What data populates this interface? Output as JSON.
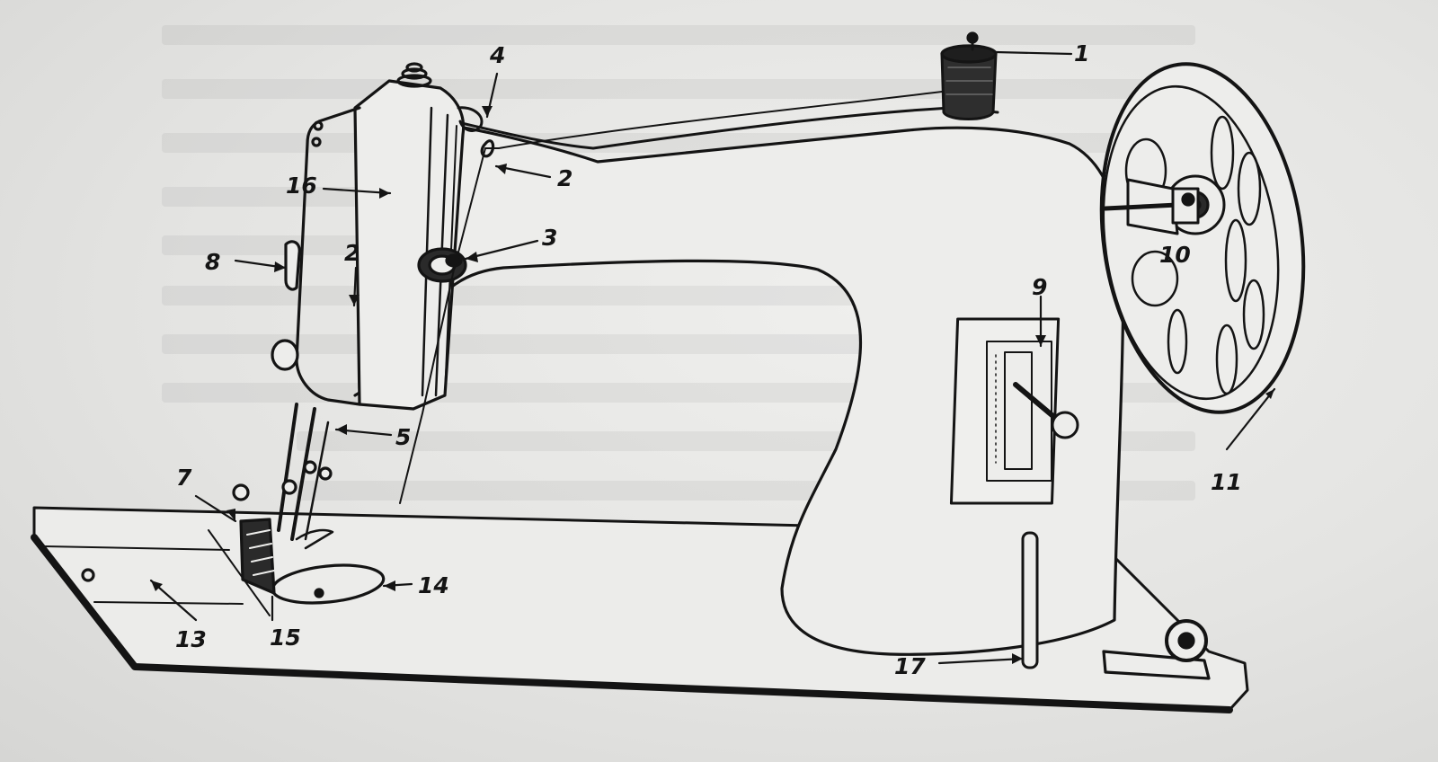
{
  "diagram": {
    "callouts": [
      {
        "id": "c1",
        "label": "1"
      },
      {
        "id": "c2a",
        "label": "2"
      },
      {
        "id": "c2b",
        "label": "2"
      },
      {
        "id": "c3",
        "label": "3"
      },
      {
        "id": "c4",
        "label": "4"
      },
      {
        "id": "c5",
        "label": "5"
      },
      {
        "id": "c7",
        "label": "7"
      },
      {
        "id": "c8",
        "label": "8"
      },
      {
        "id": "c9",
        "label": "9"
      },
      {
        "id": "c10",
        "label": "10"
      },
      {
        "id": "c11",
        "label": "11"
      },
      {
        "id": "c13",
        "label": "13"
      },
      {
        "id": "c14",
        "label": "14"
      },
      {
        "id": "c15",
        "label": "15"
      },
      {
        "id": "c16",
        "label": "16"
      },
      {
        "id": "c17",
        "label": "17"
      }
    ]
  },
  "colors": {
    "ink": "#141414",
    "paper": "#e9e9e7",
    "show_through": "#8a8a8a"
  }
}
